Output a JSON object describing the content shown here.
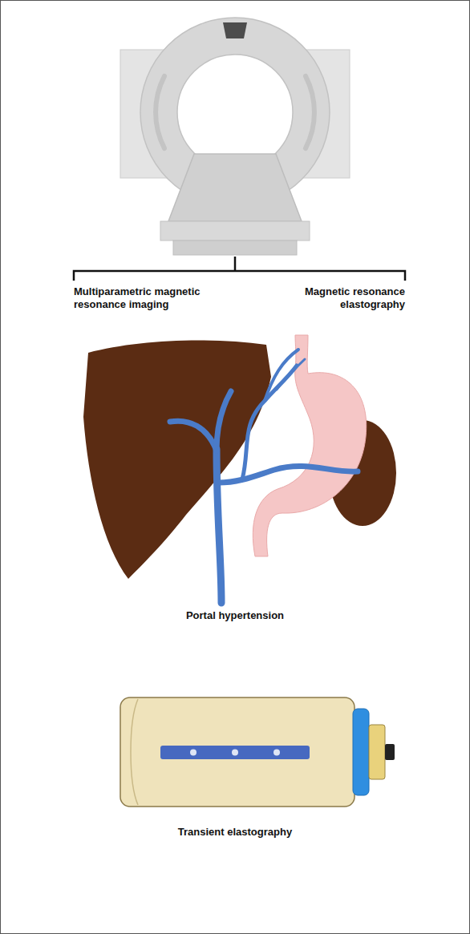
{
  "diagram": {
    "labels": [
      "Multiparametric magnetic resonance imaging",
      "Magnetic resonance elastography",
      "Portal hypertension",
      "Transient elastography"
    ]
  }
}
